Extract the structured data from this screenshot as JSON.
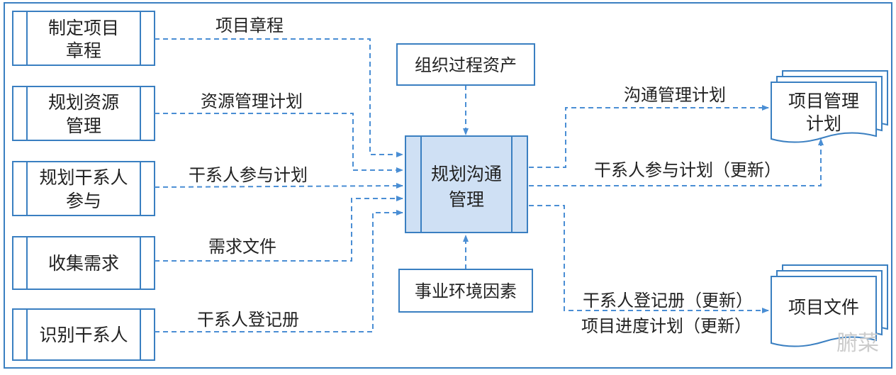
{
  "colors": {
    "border": "#3a7fc1",
    "dash": "#4a8ed4",
    "box_fill": "#ffffff",
    "center_fill": "#cfe0f4",
    "text": "#222222",
    "watermark": "#cccccc"
  },
  "inputs": [
    {
      "line1": "制定项目",
      "line2": "章程",
      "output_label": "项目章程"
    },
    {
      "line1": "规划资源",
      "line2": "管理",
      "output_label": "资源管理计划"
    },
    {
      "line1": "规划干系人",
      "line2": "参与",
      "output_label": "干系人参与计划"
    },
    {
      "line1": "收集需求",
      "line2": "",
      "output_label": "需求文件"
    },
    {
      "line1": "识别干系人",
      "line2": "",
      "output_label": "干系人登记册"
    }
  ],
  "top_input": {
    "label": "组织过程资产"
  },
  "bottom_input": {
    "label": "事业环境因素"
  },
  "center": {
    "line1": "规划沟通",
    "line2": "管理"
  },
  "outputs": {
    "plan_doc": {
      "line1": "项目管理",
      "line2": "计划"
    },
    "plan_flow_1": "沟通管理计划",
    "plan_flow_2": "干系人参与计划（更新）",
    "docs_doc": {
      "label": "项目文件"
    },
    "docs_flow_1": "干系人登记册（更新）",
    "docs_flow_2": "项目进度计划（更新）"
  },
  "watermark": "腑菜"
}
